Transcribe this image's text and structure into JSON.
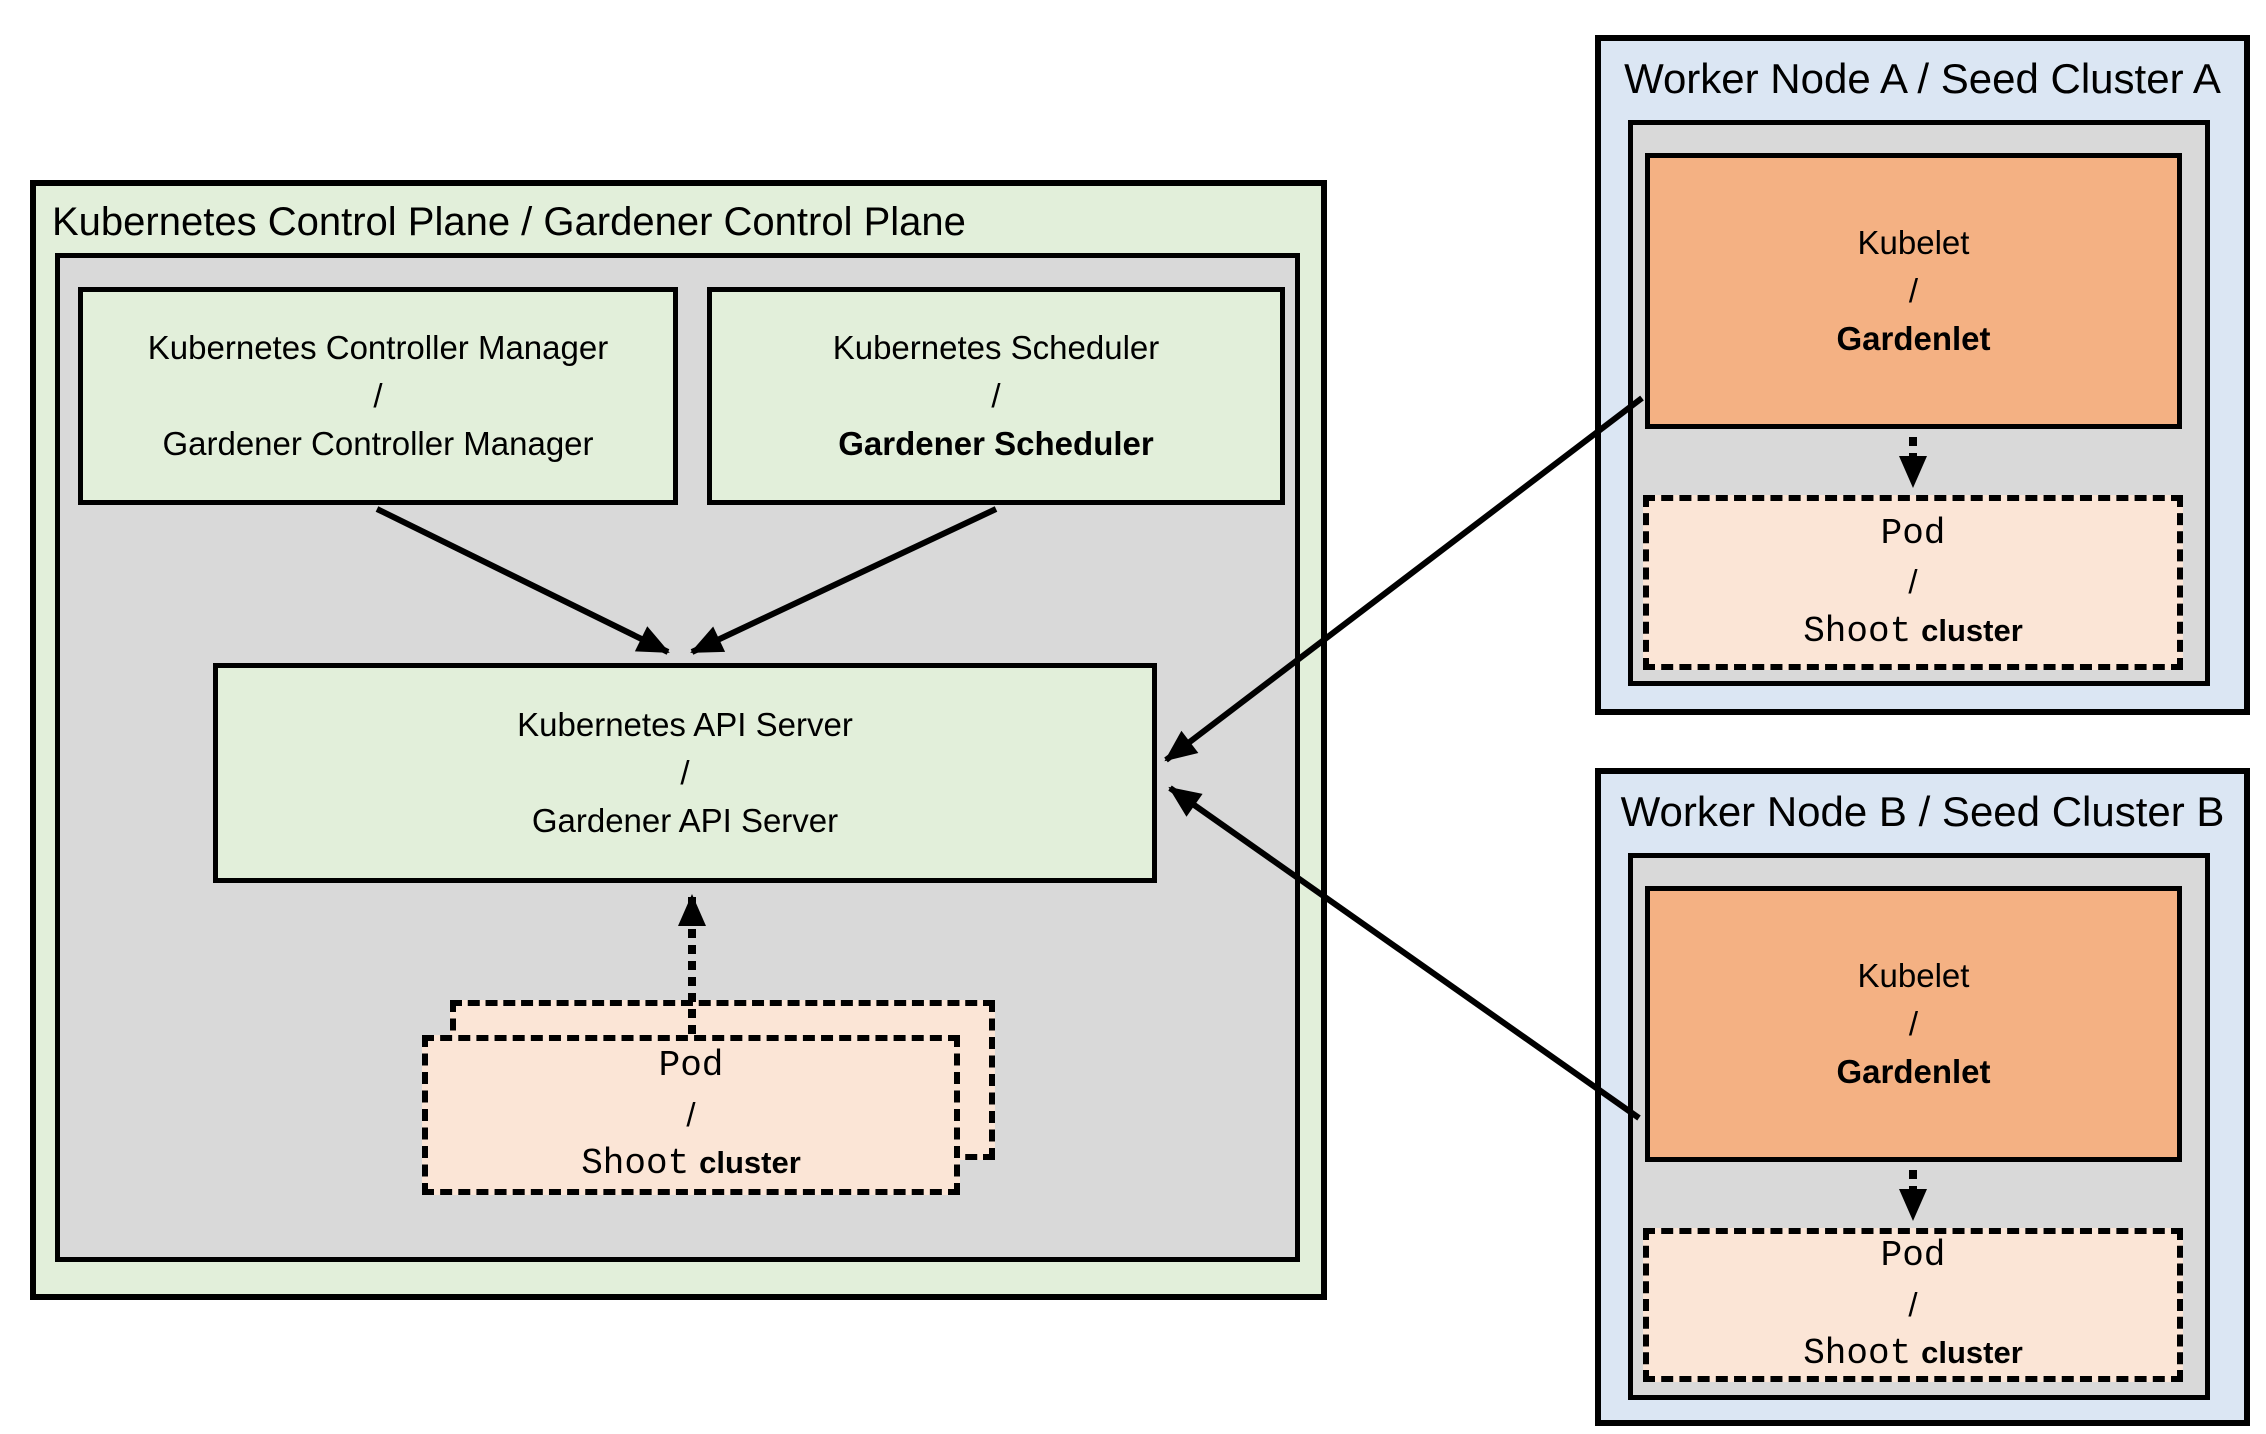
{
  "colors": {
    "panel_green": "#e2efda",
    "inner_gray": "#d9d9d9",
    "panel_blue": "#dbe6f3",
    "box_green": "#e2efda",
    "box_orange": "#f4b183",
    "box_peach": "#fbe5d6",
    "line_black": "#000000"
  },
  "control_plane": {
    "title": "Kubernetes Control Plane / Gardener Control Plane",
    "controller_manager": {
      "line1": "Kubernetes Controller Manager",
      "separator": "/",
      "line2": "Gardener Controller Manager"
    },
    "scheduler": {
      "line1": "Kubernetes Scheduler",
      "separator": "/",
      "line2": "Gardener Scheduler"
    },
    "api_server": {
      "line1": "Kubernetes API Server",
      "separator": "/",
      "line2": "Gardener API Server"
    },
    "pod": {
      "line1": "Pod",
      "separator": "/",
      "line2_code": "Shoot",
      "line2_plain": "cluster"
    }
  },
  "worker_node_a": {
    "title": "Worker Node A / Seed Cluster A",
    "kubelet": {
      "line1": "Kubelet",
      "separator": "/",
      "line2": "Gardenlet"
    },
    "pod": {
      "line1": "Pod",
      "separator": "/",
      "line2_code": "Shoot",
      "line2_plain": "cluster"
    }
  },
  "worker_node_b": {
    "title": "Worker Node B / Seed Cluster B",
    "kubelet": {
      "line1": "Kubelet",
      "separator": "/",
      "line2": "Gardenlet"
    },
    "pod": {
      "line1": "Pod",
      "separator": "/",
      "line2_code": "Shoot",
      "line2_plain": "cluster"
    }
  }
}
